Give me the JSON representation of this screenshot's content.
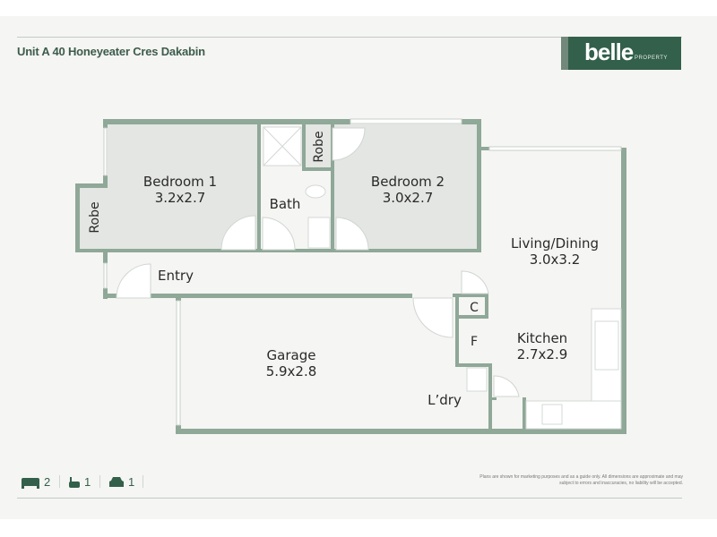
{
  "header": {
    "address": "Unit A 40 Honeyeater Cres Dakabin"
  },
  "brand": {
    "name": "belle",
    "sub": "PROPERTY",
    "color": "#33604a"
  },
  "rooms": {
    "bedroom1": {
      "name": "Bedroom 1",
      "size": "3.2x2.7"
    },
    "bedroom2": {
      "name": "Bedroom 2",
      "size": "3.0x2.7"
    },
    "robe1": {
      "name": "Robe"
    },
    "robe2": {
      "name": "Robe"
    },
    "bath": {
      "name": "Bath"
    },
    "entry": {
      "name": "Entry"
    },
    "living": {
      "name": "Living/Dining",
      "size": "3.0x3.2"
    },
    "kitchen": {
      "name": "Kitchen",
      "size": "2.7x2.9"
    },
    "garage": {
      "name": "Garage",
      "size": "5.9x2.8"
    },
    "laundry": {
      "name": "L’dry"
    },
    "cupboard": {
      "name": "C"
    },
    "fridge": {
      "name": "F"
    }
  },
  "features": {
    "beds": "2",
    "baths": "1",
    "cars": "1"
  },
  "disclaimer": "Plans are shown for marketing purposes and as a guide only. All dimensions are approximate and may subject to errors and inaccuracies, no liability will be accepted.",
  "colors": {
    "wall": "#8fa898",
    "bedroom_fill": "#e3e6e2",
    "background": "#f5f5f3"
  }
}
